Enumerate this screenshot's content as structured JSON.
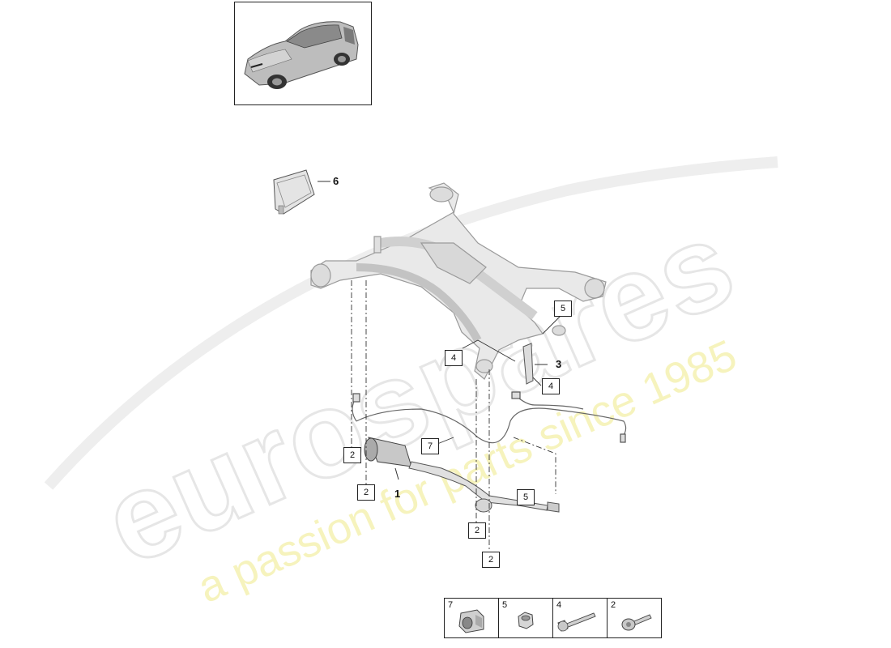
{
  "watermark": {
    "brand": "eurospares",
    "tagline": "a passion for parts since 1985"
  },
  "vehicle_thumbnail": {
    "icon": "suv-car-icon"
  },
  "callouts": {
    "part_1": "1",
    "part_2_a": "2",
    "part_2_b": "2",
    "part_2_c": "2",
    "part_2_d": "2",
    "part_3": "3",
    "part_4_a": "4",
    "part_4_b": "4",
    "part_5_a": "5",
    "part_5_b": "5",
    "part_6": "6",
    "part_7": "7"
  },
  "legend": [
    {
      "number": "7",
      "icon": "rubber-mount-icon"
    },
    {
      "number": "5",
      "icon": "hex-nut-icon"
    },
    {
      "number": "4",
      "icon": "long-bolt-icon"
    },
    {
      "number": "2",
      "icon": "short-bolt-icon"
    }
  ]
}
